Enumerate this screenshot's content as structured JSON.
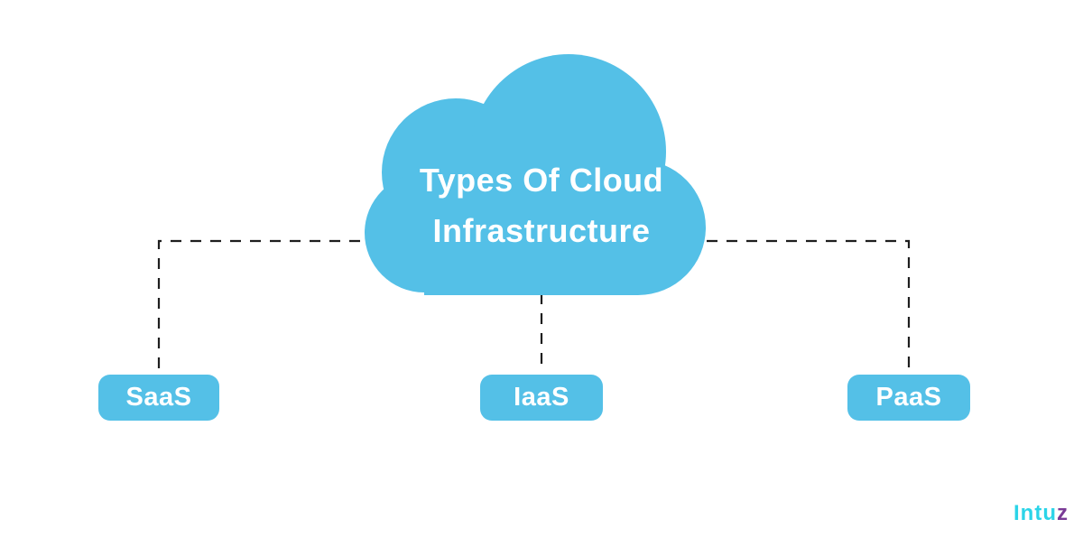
{
  "diagram": {
    "cloud": {
      "line1": "Types Of Cloud",
      "line2": "Infrastructure"
    },
    "nodes": [
      {
        "label": "SaaS"
      },
      {
        "label": "IaaS"
      },
      {
        "label": "PaaS"
      }
    ]
  },
  "branding": {
    "logo_text_primary": "Intu",
    "logo_text_accent": "z"
  },
  "colors": {
    "background": "#ffffff",
    "cloud": "#54c0e7",
    "connector": "#1e1e1e",
    "label_text": "#ffffff",
    "logo_cyan": "#2bd4e8",
    "logo_purple": "#7a3b96"
  }
}
